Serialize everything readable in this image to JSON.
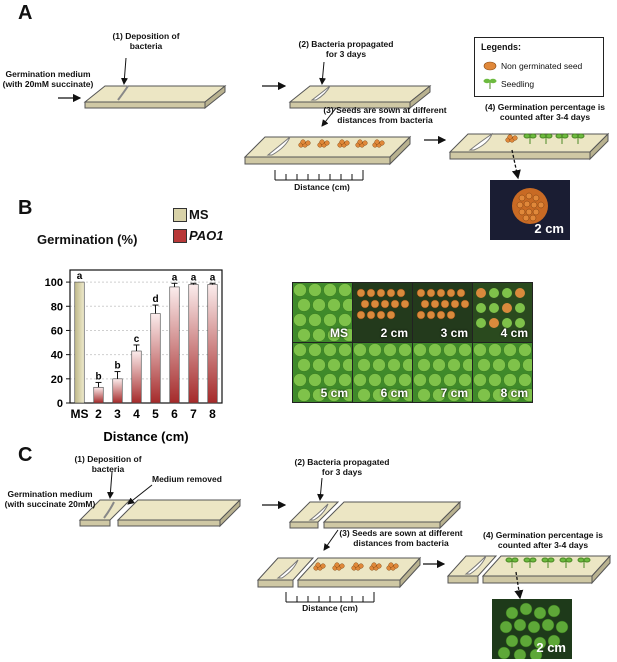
{
  "panels": {
    "a": "A",
    "b": "B",
    "c": "C"
  },
  "panel_a": {
    "germination_medium": "Germination medium\n(with 20mM succinate)",
    "step1": "(1) Deposition of\nbacteria",
    "step2": "(2) Bacteria propagated\nfor 3 days",
    "step3": "(3) Seeds are sown at different\ndistances from bacteria",
    "step4": "(4) Germination percentage is\ncounted after 3-4 days",
    "distance_label": "Distance (cm)",
    "photo_label": "2 cm",
    "legend": {
      "title": "Legends:",
      "items": [
        {
          "label": "Non germinated seed",
          "icon": "seed-icon",
          "color": "#e0883a"
        },
        {
          "label": "Seedling",
          "icon": "seedling-icon",
          "color": "#6dbb3f"
        }
      ]
    }
  },
  "panel_b": {
    "photo_grid": [
      {
        "label": "MS",
        "kind": "green"
      },
      {
        "label": "2 cm",
        "kind": "seed"
      },
      {
        "label": "3 cm",
        "kind": "seed"
      },
      {
        "label": "4 cm",
        "kind": "mixed"
      },
      {
        "label": "5 cm",
        "kind": "green"
      },
      {
        "label": "6 cm",
        "kind": "green"
      },
      {
        "label": "7 cm",
        "kind": "green"
      },
      {
        "label": "8 cm",
        "kind": "green"
      }
    ]
  },
  "panel_c": {
    "germination_medium": "Germination medium\n(with succinate 20mM)",
    "step1": "(1) Deposition of\nbacteria",
    "medium_removed": "Medium removed",
    "step2": "(2) Bacteria propagated\nfor 3 days",
    "step3": "(3) Seeds are sown at different\ndistances from bacteria",
    "step4": "(4) Germination percentage is\ncounted after 3-4 days",
    "distance_label": "Distance (cm)",
    "photo_label": "2 cm"
  },
  "chart_data": {
    "type": "bar",
    "title": "Germination (%)",
    "xlabel": "Distance (cm)",
    "ylabel": "",
    "ylim": [
      0,
      110
    ],
    "yticks": [
      0,
      20,
      40,
      60,
      80,
      100
    ],
    "categories": [
      "MS",
      "2",
      "3",
      "4",
      "5",
      "6",
      "7",
      "8"
    ],
    "series": [
      {
        "name": "MS",
        "color": "#d8d2a8",
        "values": [
          100,
          null,
          null,
          null,
          null,
          null,
          null,
          null
        ]
      },
      {
        "name": "PAO1",
        "color": "#b83838",
        "values": [
          null,
          13,
          20,
          43,
          74,
          96,
          98,
          98
        ]
      }
    ],
    "errors": [
      0,
      4,
      6,
      5,
      7,
      3,
      1,
      1
    ],
    "letters": [
      "a",
      "b",
      "b",
      "c",
      "d",
      "a",
      "a",
      "a"
    ],
    "grid": true
  }
}
